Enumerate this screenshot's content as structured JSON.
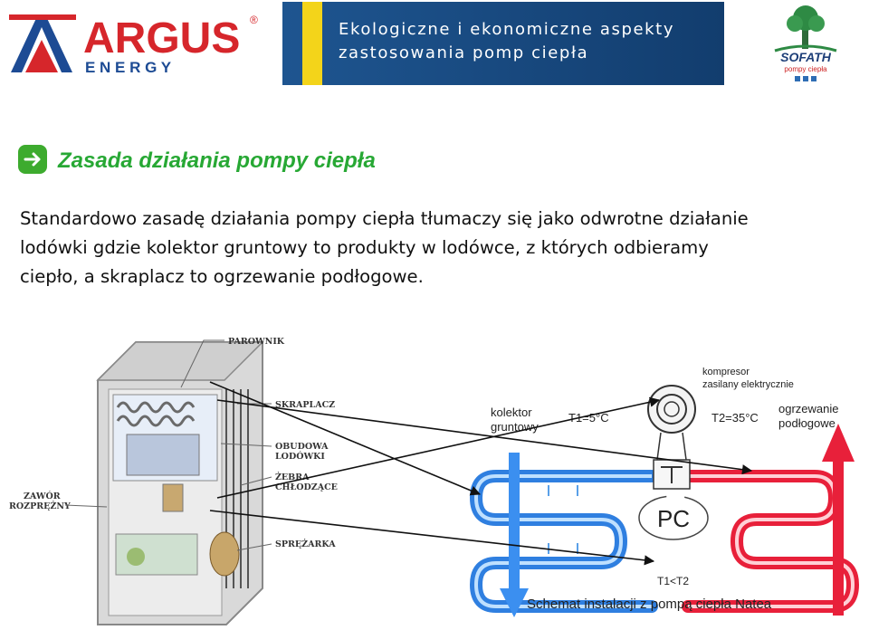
{
  "header": {
    "logo_left": {
      "name": "ARGUS",
      "sub": "E N E R G Y",
      "mark": "®"
    },
    "banner": {
      "line1": "Ekologiczne i ekonomiczne aspekty",
      "line2": "zastosowania pomp ciepła"
    },
    "logo_right": {
      "name": "SOFATH",
      "sub": "pompy ciepła"
    }
  },
  "title": "Zasada działania pompy ciepła",
  "paragraph": [
    "Standardowo zasadę działania pompy ciepła tłumaczy się jako odwrotne działanie",
    "lodówki gdzie kolektor gruntowy to produkty w lodówce, z których odbieramy",
    "ciepło, a skraplacz to ogrzewanie podłogowe."
  ],
  "fridge_labels": {
    "parownik": "PAROWNIK",
    "skraplacz": "SKRAPLACZ",
    "obudowa1": "OBUDOWA",
    "obudowa2": "LODÓWKI",
    "zebra1": "ŻEBRA",
    "zebra2": "CHŁODZĄCE",
    "zawor1": "ZAWÓR",
    "zawor2": "ROZPRĘŻNY",
    "sprezarka": "SPRĘŻARKA"
  },
  "schema_labels": {
    "kompresor1": "kompresor",
    "kompresor2": "zasilany elektrycznie",
    "kolektor1": "kolektor",
    "kolektor2": "gruntowy",
    "t1": "T1=5°C",
    "t2": "T2=35°C",
    "ogrzewanie1": "ogrzewanie",
    "ogrzewanie2": "podłogowe",
    "pc": "PC",
    "t1t2": "T1<T2",
    "caption": "Schemat instalacji z pompą ciepła Natea"
  },
  "colors": {
    "banner_blue": "#1c4f86",
    "banner_yellow": "#f3d41a",
    "title_green": "#27a834",
    "argus_red": "#d6262b",
    "argus_blue": "#1d4b94",
    "cold_blue": "#2f7fe0",
    "warm_red": "#e8203a"
  }
}
